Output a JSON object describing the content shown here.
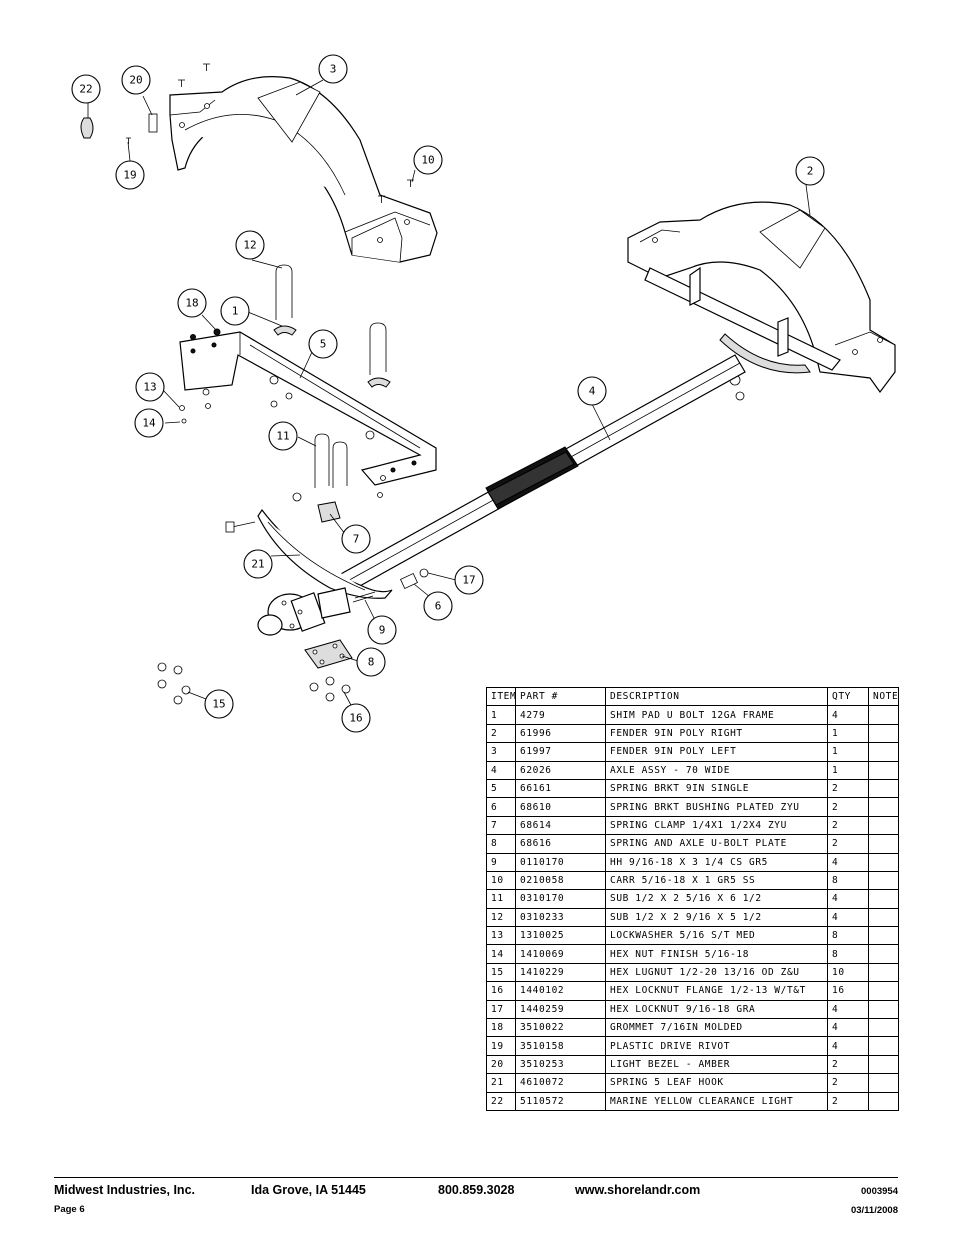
{
  "diagram": {
    "callouts": [
      "22",
      "20",
      "19",
      "3",
      "10",
      "2",
      "12",
      "18",
      "1",
      "5",
      "13",
      "14",
      "11",
      "4",
      "7",
      "21",
      "17",
      "6",
      "9",
      "8",
      "15",
      "16"
    ]
  },
  "parts_table": {
    "headers": [
      "ITEM",
      "PART #",
      "DESCRIPTION",
      "QTY",
      "NOTE"
    ],
    "rows": [
      [
        "1",
        "4279",
        "SHIM PAD   U BOLT 12GA FRAME",
        "4",
        ""
      ],
      [
        "2",
        "61996",
        "FENDER  9IN POLY RIGHT",
        "1",
        ""
      ],
      [
        "3",
        "61997",
        "FENDER  9IN POLY LEFT",
        "1",
        ""
      ],
      [
        "4",
        "62026",
        "AXLE ASSY - 70 WIDE",
        "1",
        ""
      ],
      [
        "5",
        "66161",
        "SPRING BRKT   9IN SINGLE",
        "2",
        ""
      ],
      [
        "6",
        "68610",
        "SPRING BRKT BUSHING PLATED ZYU",
        "2",
        ""
      ],
      [
        "7",
        "68614",
        "SPRING CLAMP   1/4X1 1/2X4  ZYU",
        "2",
        ""
      ],
      [
        "8",
        "68616",
        "SPRING AND AXLE U-BOLT PLATE",
        "2",
        ""
      ],
      [
        "9",
        "0110170",
        "HH 9/16-18 X 3 1/4 CS GR5",
        "4",
        ""
      ],
      [
        "10",
        "0210058",
        "CARR 5/16-18 X 1 GR5 SS",
        "8",
        ""
      ],
      [
        "11",
        "0310170",
        "SUB 1/2 X 2 5/16 X 6 1/2",
        "4",
        ""
      ],
      [
        "12",
        "0310233",
        "SUB 1/2 X 2 9/16 X 5 1/2",
        "4",
        ""
      ],
      [
        "13",
        "1310025",
        "LOCKWASHER 5/16 S/T MED",
        "8",
        ""
      ],
      [
        "14",
        "1410069",
        "HEX NUT FINISH 5/16-18",
        "8",
        ""
      ],
      [
        "15",
        "1410229",
        "HEX LUGNUT 1/2-20 13/16 OD Z&U",
        "10",
        ""
      ],
      [
        "16",
        "1440102",
        "HEX LOCKNUT FLANGE 1/2-13 W/T&T",
        "16",
        ""
      ],
      [
        "17",
        "1440259",
        "HEX LOCKNUT 9/16-18 GRA",
        "4",
        ""
      ],
      [
        "18",
        "3510022",
        "GROMMET  7/16IN MOLDED",
        "4",
        ""
      ],
      [
        "19",
        "3510158",
        "PLASTIC DRIVE RIVOT",
        "4",
        ""
      ],
      [
        "20",
        "3510253",
        "LIGHT BEZEL - AMBER",
        "2",
        ""
      ],
      [
        "21",
        "4610072",
        "SPRING  5 LEAF HOOK",
        "2",
        ""
      ],
      [
        "22",
        "5110572",
        "MARINE YELLOW CLEARANCE LIGHT",
        "2",
        ""
      ]
    ]
  },
  "footer": {
    "company": "Midwest Industries, Inc.",
    "city": "Ida Grove, IA  51445",
    "phone": "800.859.3028",
    "website": "www.shorelandr.com",
    "doc_number": "0003954",
    "page": "Page 6",
    "date": "03/11/2008"
  }
}
